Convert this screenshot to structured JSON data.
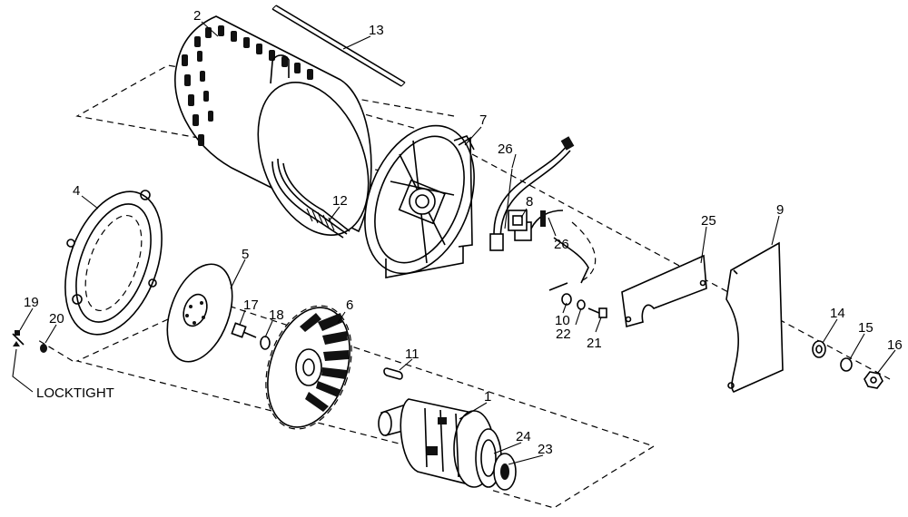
{
  "callouts": [
    {
      "id": "c1",
      "label": "1"
    },
    {
      "id": "c2",
      "label": "2"
    },
    {
      "id": "c4",
      "label": "4"
    },
    {
      "id": "c5",
      "label": "5"
    },
    {
      "id": "c6",
      "label": "6"
    },
    {
      "id": "c7",
      "label": "7"
    },
    {
      "id": "c8",
      "label": "8"
    },
    {
      "id": "c9",
      "label": "9"
    },
    {
      "id": "c10",
      "label": "10"
    },
    {
      "id": "c11",
      "label": "11"
    },
    {
      "id": "c12",
      "label": "12"
    },
    {
      "id": "c13",
      "label": "13"
    },
    {
      "id": "c14",
      "label": "14"
    },
    {
      "id": "c15",
      "label": "15"
    },
    {
      "id": "c16",
      "label": "16"
    },
    {
      "id": "c17",
      "label": "17"
    },
    {
      "id": "c18",
      "label": "18"
    },
    {
      "id": "c19",
      "label": "19"
    },
    {
      "id": "c20",
      "label": "20"
    },
    {
      "id": "c21",
      "label": "21"
    },
    {
      "id": "c22",
      "label": "22"
    },
    {
      "id": "c23",
      "label": "23"
    },
    {
      "id": "c24",
      "label": "24"
    },
    {
      "id": "c25",
      "label": "25"
    },
    {
      "id": "c26a",
      "label": "26"
    },
    {
      "id": "c26b",
      "label": "26"
    }
  ],
  "note": {
    "text": "LOCKTIGHT"
  }
}
